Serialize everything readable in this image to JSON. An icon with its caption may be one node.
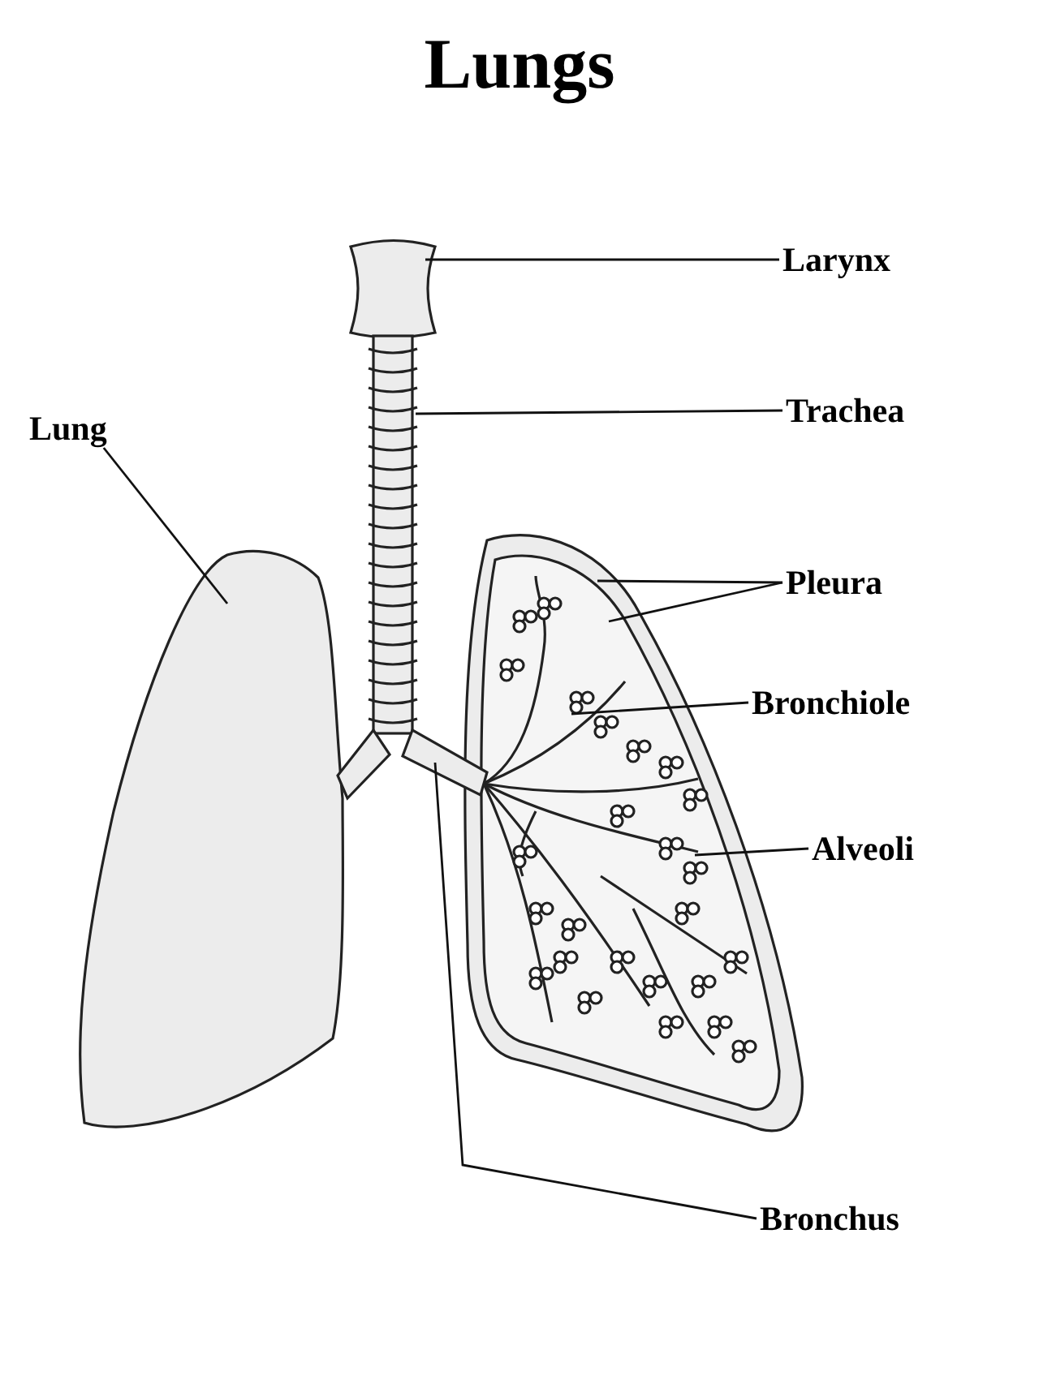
{
  "diagram": {
    "title": "Lungs",
    "nodes": [
      {
        "text": [
          "Larynx"
        ]
      },
      {
        "text": [
          "Trachea"
        ]
      },
      {
        "text": [
          "Lung"
        ]
      },
      {
        "text": [
          "Pleura"
        ]
      },
      {
        "text": [
          "Bronchiole"
        ]
      },
      {
        "text": [
          "Alveoli"
        ]
      },
      {
        "text": [
          "Bronchus"
        ]
      }
    ],
    "edges": [
      {
        "from": 0,
        "to": null,
        "arrow": "none"
      },
      {
        "from": 1,
        "to": null,
        "arrow": "none"
      },
      {
        "from": 2,
        "to": null,
        "arrow": "none"
      },
      {
        "from": 3,
        "to": null,
        "arrow": "none"
      },
      {
        "from": 3,
        "to": null,
        "arrow": "none"
      },
      {
        "from": 4,
        "to": null,
        "arrow": "none"
      },
      {
        "from": 5,
        "to": null,
        "arrow": "none"
      },
      {
        "from": 6,
        "to": null,
        "arrow": "none"
      }
    ]
  }
}
